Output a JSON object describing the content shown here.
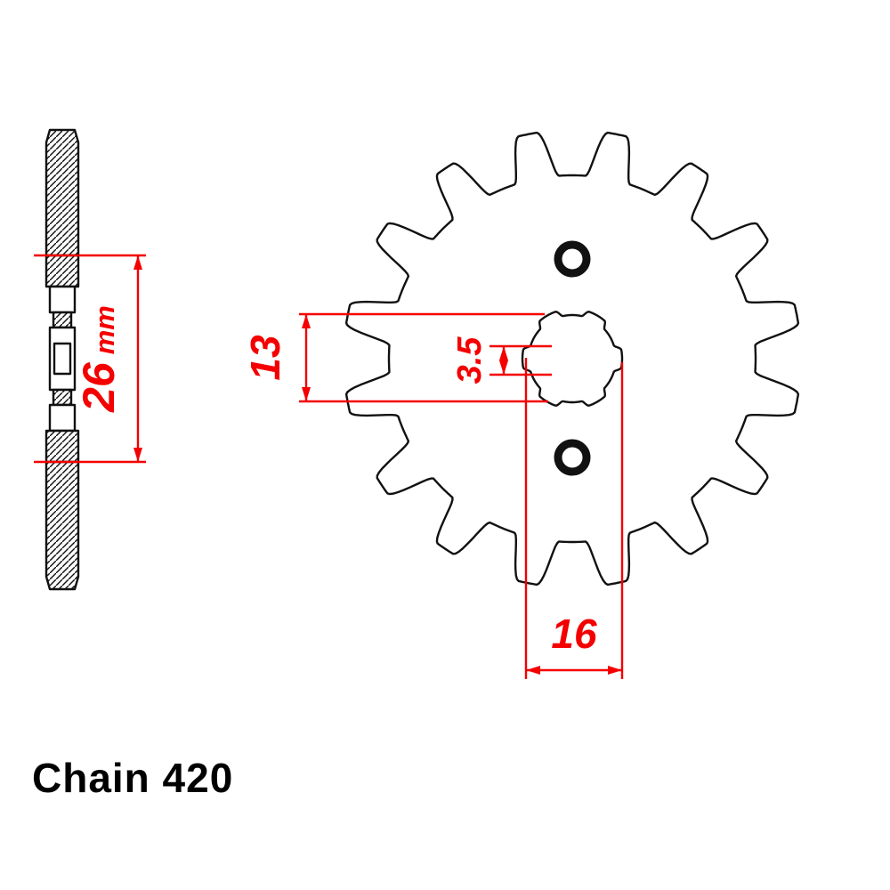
{
  "diagram": {
    "colors": {
      "dimension": "#f40000",
      "ink": "#111111",
      "background": "#ffffff"
    },
    "caption": "Chain 420",
    "gear": {
      "teeth": 16,
      "bolt_holes": 2,
      "spline_tabs": 6
    },
    "dims": {
      "side_span": {
        "value": "26",
        "unit": "mm"
      },
      "bore": {
        "value": "13"
      },
      "spline_depth": {
        "value": "3.5"
      },
      "spline_width": {
        "value": "16"
      }
    }
  }
}
